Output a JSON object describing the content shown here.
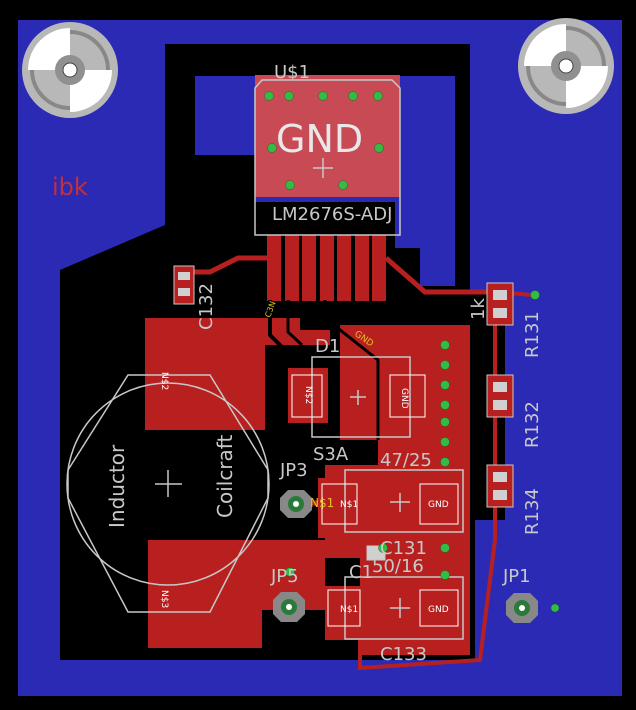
{
  "colors": {
    "background": "#000000",
    "bottom_copper": "#2a2ab4",
    "top_copper": "#b82020",
    "top_copper_light": "#c84a55",
    "silkscreen": "#c8c8c8",
    "via": "#22aa44",
    "pad_highlight": "#ff6070",
    "signal_label": "#e0c020",
    "unrouted": "#e8d040"
  },
  "labels": {
    "u1_name": "U$1",
    "u1_value": "LM2676S-ADJ",
    "u1_pad": "GND",
    "logo": "ibk",
    "c132": "C132",
    "d1_name": "D1",
    "d1_value": "S3A",
    "inductor": "Inductor",
    "coilcraft": "Coilcraft",
    "jp3": "JP3",
    "jp5": "JP5",
    "jp1": "JP1",
    "cap_top_value": "47/25",
    "c131": "C131",
    "c_overlap": "C1",
    "cap_bottom_value": "50/16",
    "c133": "C133",
    "r131": "R131",
    "r132": "R132",
    "r134": "R134",
    "r_value": "1k"
  },
  "nets": {
    "n2_upper": "N$2",
    "n2_diode": "N$2",
    "n3": "N$3",
    "n1_jp3": "N$1",
    "n1_c131": "N$1",
    "n1_c133": "N$1",
    "gnd_diode": "GND",
    "gnd_c131": "GND",
    "gnd_c133": "GND",
    "gnd_trace": "GND",
    "pin_label": "C3N"
  }
}
